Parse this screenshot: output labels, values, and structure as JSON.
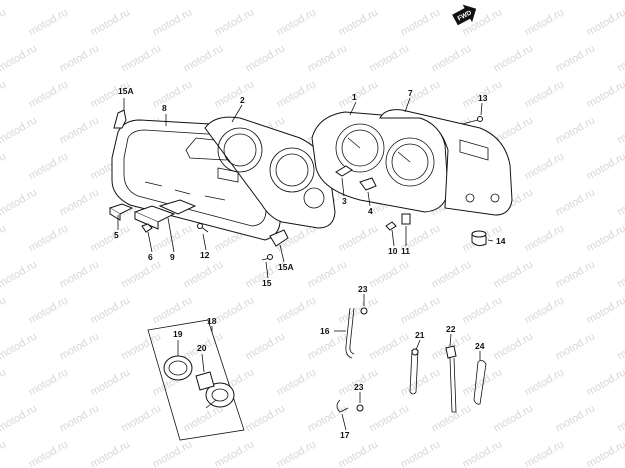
{
  "diagram": {
    "watermark": "motod.ru",
    "direction_badge": "FWD",
    "callouts": [
      "1",
      "2",
      "3",
      "4",
      "5",
      "6",
      "7",
      "8",
      "9",
      "10",
      "11",
      "12",
      "13",
      "14",
      "15",
      "15A",
      "15A",
      "16",
      "17",
      "18",
      "19",
      "20",
      "21",
      "22",
      "23",
      "23",
      "24"
    ]
  }
}
